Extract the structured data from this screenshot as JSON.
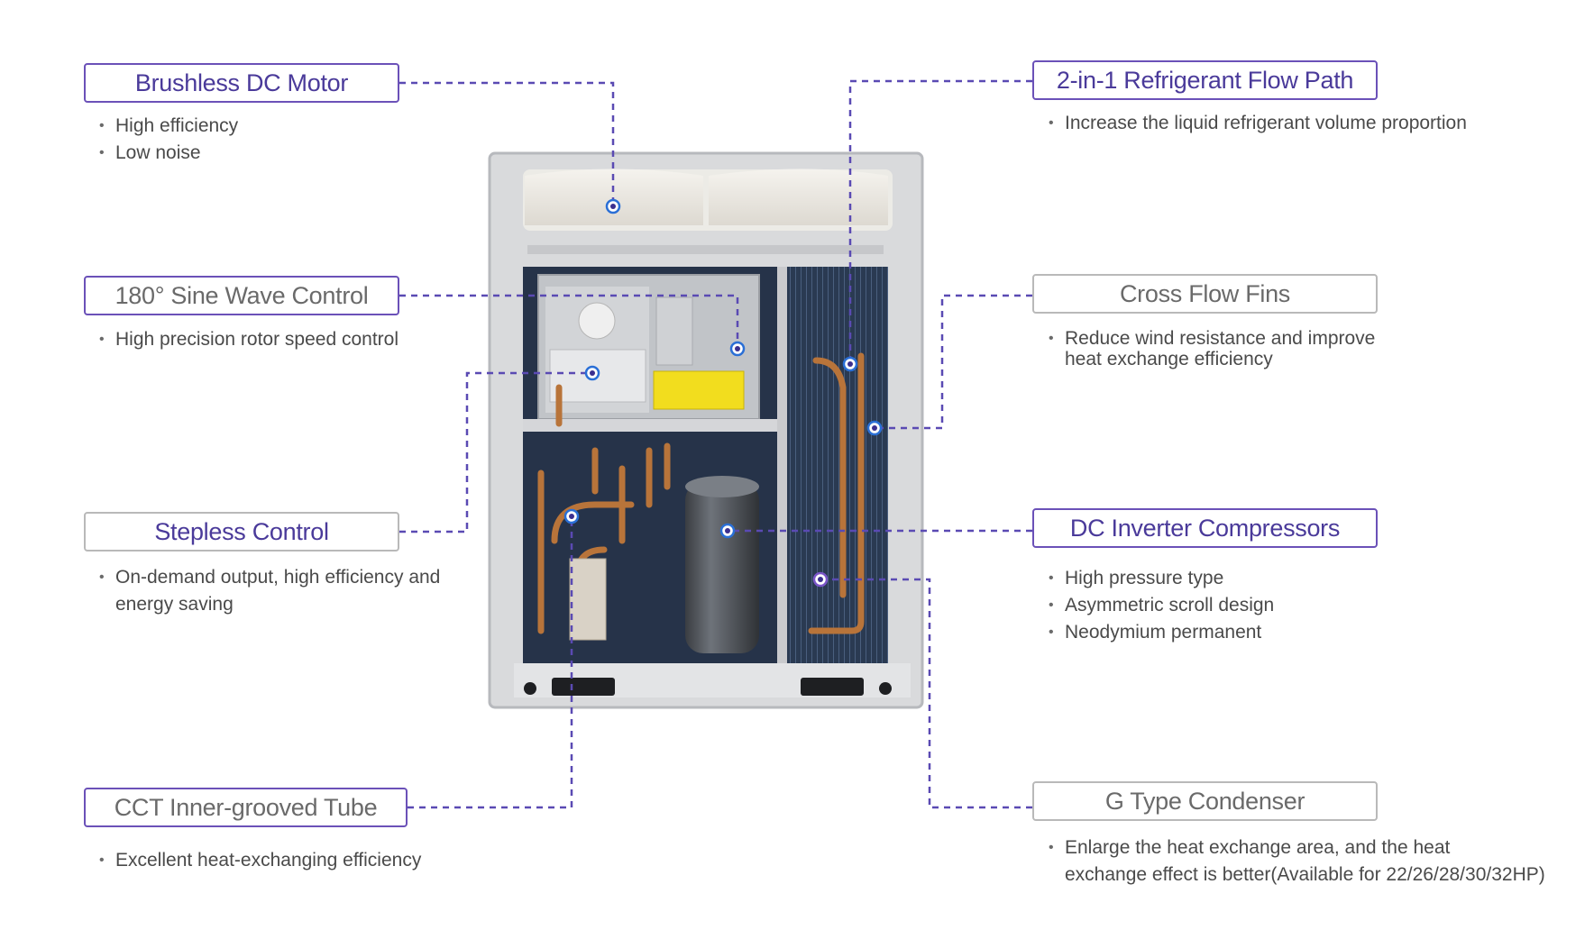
{
  "colors": {
    "accent": "#6b51b8",
    "connector": "#5a4ab3",
    "marker_ring": "#2a6fd6",
    "muted_border": "#b9b9b9"
  },
  "features": [
    {
      "id": "brushless-dc-motor",
      "title": "Brushless DC Motor",
      "style": "accent",
      "bullets": [
        "High efficiency",
        "Low noise"
      ]
    },
    {
      "id": "sine-wave-control",
      "title": "180° Sine Wave Control",
      "style": "muted",
      "bullets": [
        "High precision rotor speed control"
      ]
    },
    {
      "id": "stepless-control",
      "title": "Stepless Control",
      "style": "accent",
      "bullets": [
        "On-demand output, high efficiency and",
        "energy saving"
      ]
    },
    {
      "id": "cct-inner-grooved-tube",
      "title": "CCT Inner-grooved Tube",
      "style": "muted",
      "bullets": [
        "Excellent heat-exchanging efficiency"
      ]
    },
    {
      "id": "refrigerant-flow-path",
      "title": "2-in-1 Refrigerant Flow Path",
      "style": "accent",
      "bullets": [
        "Increase the liquid refrigerant volume proportion"
      ]
    },
    {
      "id": "cross-flow-fins",
      "title": "Cross Flow Fins",
      "style": "muted",
      "bullets": [
        "Reduce wind resistance and improve",
        "heat exchange efficiency"
      ]
    },
    {
      "id": "dc-inverter-compressors",
      "title": "DC Inverter Compressors",
      "style": "accent",
      "bullets": [
        "High pressure type",
        "Asymmetric scroll design",
        "Neodymium permanent"
      ]
    },
    {
      "id": "g-type-condenser",
      "title": "G Type Condenser",
      "style": "muted",
      "bullets": [
        "Enlarge the heat exchange area, and the heat",
        "exchange effect is better(Available for 22/26/28/30/32HP)"
      ]
    }
  ]
}
